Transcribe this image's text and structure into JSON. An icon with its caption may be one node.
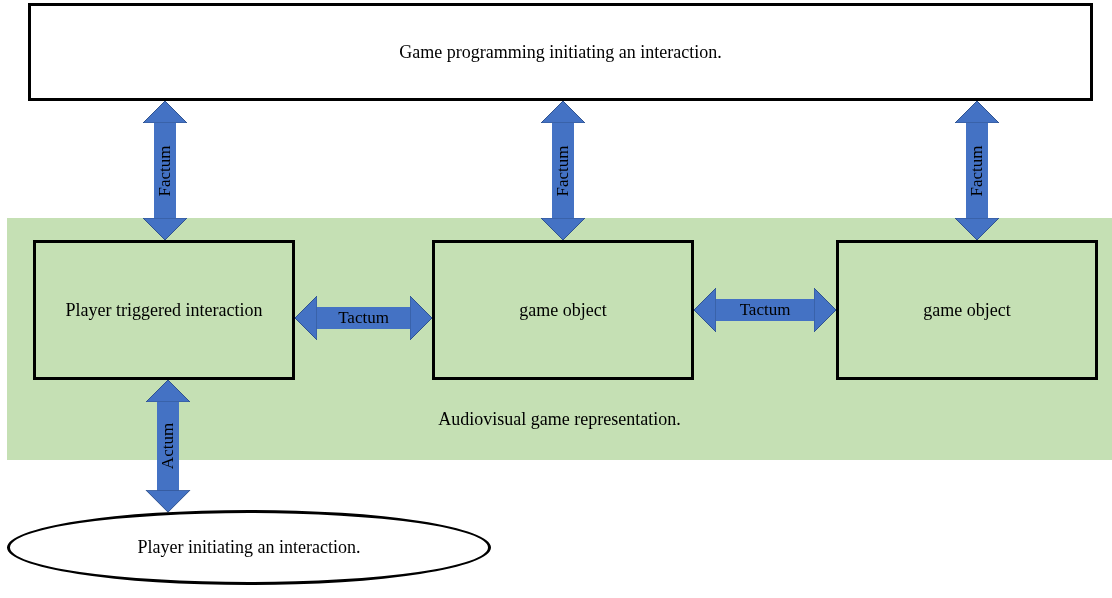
{
  "diagram": {
    "nodes": [
      {
        "text": [
          "Game programming initiating an interaction."
        ]
      },
      {
        "text": [
          "Audiovisual game representation."
        ]
      },
      {
        "text": [
          "Player triggered interaction"
        ],
        "in": 1
      },
      {
        "text": [
          "game object"
        ],
        "in": 1
      },
      {
        "text": [
          "game object"
        ],
        "in": 1
      },
      {
        "text": [
          "Player initiating an interaction."
        ]
      }
    ],
    "edges": [
      {
        "from": 0,
        "to": 2,
        "arrow": "both",
        "label": "Factum"
      },
      {
        "from": 0,
        "to": 3,
        "arrow": "both",
        "label": "Factum"
      },
      {
        "from": 0,
        "to": 4,
        "arrow": "both",
        "label": "Factum"
      },
      {
        "from": 2,
        "to": 3,
        "arrow": "both",
        "label": "Tactum"
      },
      {
        "from": 3,
        "to": 4,
        "arrow": "both",
        "label": "Tactum"
      },
      {
        "from": 2,
        "to": 5,
        "arrow": "both",
        "label": "Actum"
      }
    ]
  }
}
